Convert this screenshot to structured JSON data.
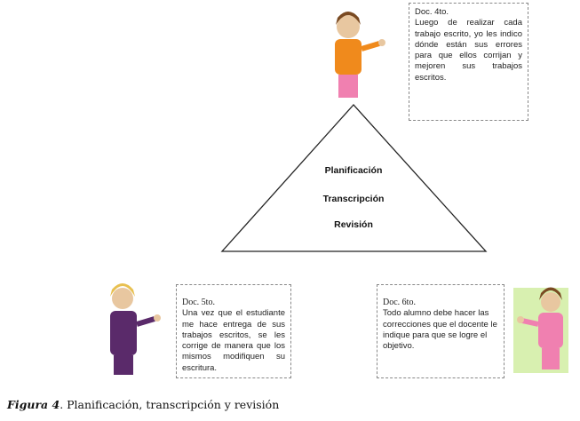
{
  "triangle": {
    "labels": [
      "Planificación",
      "Transcripción",
      "Revisión"
    ]
  },
  "boxes": [
    {
      "title": "Doc. 4to.",
      "text": "Luego de realizar cada trabajo escrito, yo les indico dónde están sus errores para que ellos corrijan y mejoren sus trabajos escritos."
    },
    {
      "title": "Doc. 5to.",
      "text": "Una vez que el estudiante me hace entrega de sus trabajos escritos, se les corrige de manera que los mismos modifiquen su escritura."
    },
    {
      "title": "Doc. 6to.",
      "text": "Todo alumno debe hacer las correcciones que el docente le indique para que se logre el objetivo."
    }
  ],
  "caption": {
    "label": "Figura 4",
    "text": ". Planificación, transcripción y revisión"
  },
  "colors": {
    "orange": "#f08a1c",
    "purple": "#5a2a6a",
    "pink": "#f080b0",
    "green_bg": "#d8f0b0"
  }
}
